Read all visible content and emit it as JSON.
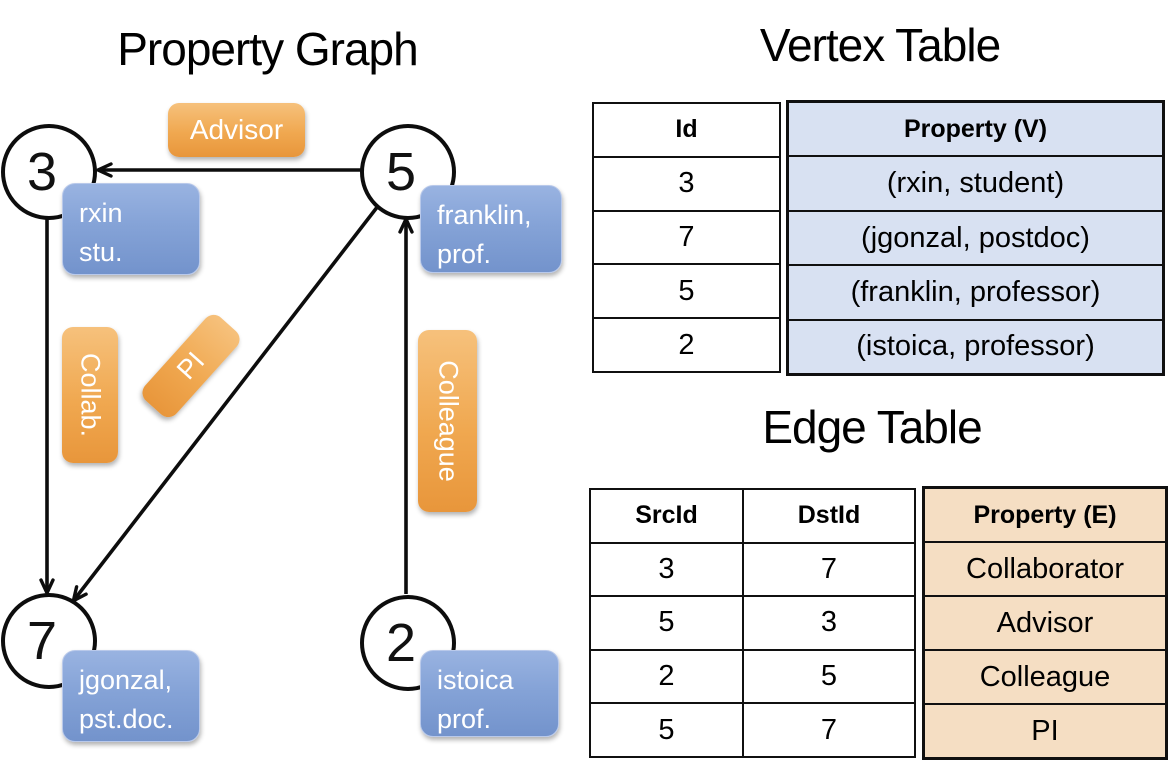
{
  "colors": {
    "accent_orange": "#E8963B",
    "accent_blue": "#7393CC",
    "table_blue_fill": "#D8E1F2",
    "table_tan_fill": "#F5DEC3",
    "line_color": "#000000"
  },
  "graph": {
    "title": "Property Graph",
    "nodes": {
      "n3": {
        "id": "3",
        "props": [
          "rxin",
          "stu."
        ]
      },
      "n5": {
        "id": "5",
        "props": [
          "franklin,",
          "prof."
        ]
      },
      "n7": {
        "id": "7",
        "props": [
          "jgonzal,",
          "pst.doc."
        ]
      },
      "n2": {
        "id": "2",
        "props": [
          "istoica",
          "prof."
        ]
      }
    },
    "edge_labels": {
      "advisor": "Advisor",
      "collab": "Collab.",
      "pi": "PI",
      "colleague": "Colleague"
    },
    "edges": [
      {
        "src": "5",
        "dst": "3",
        "label": "Advisor"
      },
      {
        "src": "3",
        "dst": "7",
        "label": "Collab."
      },
      {
        "src": "5",
        "dst": "7",
        "label": "PI"
      },
      {
        "src": "2",
        "dst": "5",
        "label": "Colleague"
      }
    ]
  },
  "vertex_table": {
    "title": "Vertex Table",
    "col_id": "Id",
    "col_prop": "Property (V)",
    "rows": [
      {
        "id": "3",
        "prop": "(rxin, student)"
      },
      {
        "id": "7",
        "prop": "(jgonzal, postdoc)"
      },
      {
        "id": "5",
        "prop": "(franklin, professor)"
      },
      {
        "id": "2",
        "prop": "(istoica, professor)"
      }
    ]
  },
  "edge_table": {
    "title": "Edge Table",
    "col_src": "SrcId",
    "col_dst": "DstId",
    "col_prop": "Property (E)",
    "rows": [
      {
        "src": "3",
        "dst": "7",
        "prop": "Collaborator"
      },
      {
        "src": "5",
        "dst": "3",
        "prop": "Advisor"
      },
      {
        "src": "2",
        "dst": "5",
        "prop": "Colleague"
      },
      {
        "src": "5",
        "dst": "7",
        "prop": "PI"
      }
    ]
  }
}
